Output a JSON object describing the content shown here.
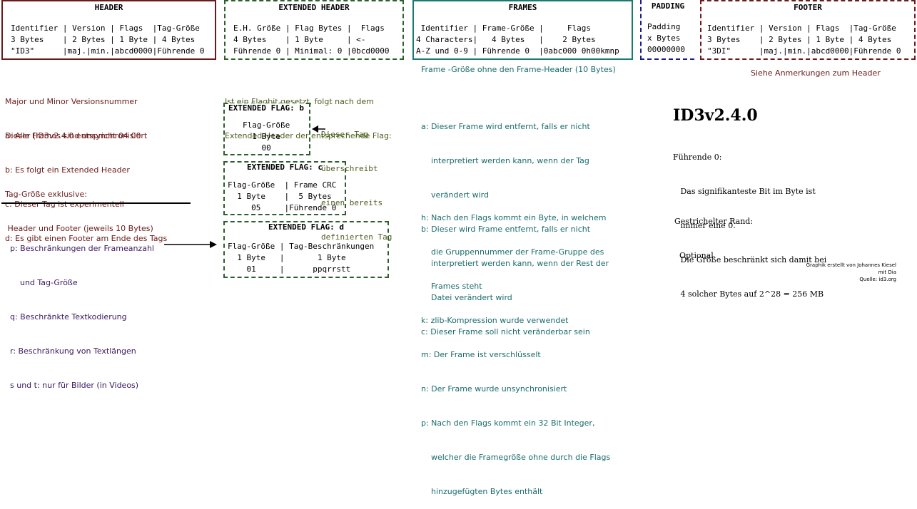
{
  "colors": {
    "header_border": "#6b1a1a",
    "extended_border": "#2e5e2e",
    "frames_border": "#1a7a6e",
    "padding_border": "#1a1a8a",
    "footer_border": "#6b1a1a",
    "red_text": "#6b1a1a",
    "green_text": "#4e5e1e",
    "teal_text": "#1a6b6b",
    "purple_text": "#3a1a5e"
  },
  "header": {
    "title": "HEADER",
    "lines": [
      "Identifier | Version | Flags  |Tag-Größe",
      "3 Bytes    | 2 Bytes | 1 Byte | 4 Bytes",
      "\"ID3\"      |maj.|min.|abcd0000|Führende 0"
    ]
  },
  "extended_header": {
    "title": "EXTENDED HEADER",
    "lines": [
      "E.H. Größe | Flag Bytes |  Flags",
      "4 Bytes    | 1 Byte     | <-",
      "Führende 0 | Minimal: 0 |0bcd0000"
    ]
  },
  "frames": {
    "title": "FRAMES",
    "lines": [
      " Identifier | Frame-Größe |     Flags",
      "4 Characters|   4 Bytes   |    2 Bytes",
      "A-Z und 0-9 | Führende 0  |0abc000 0h00kmnp"
    ]
  },
  "padding": {
    "title": "PADDING",
    "lines": [
      "Padding",
      "x Bytes",
      "00000000"
    ]
  },
  "footer": {
    "title": "FOOTER",
    "lines": [
      "Identifier | Version | Flags  |Tag-Größe",
      "3 Bytes    | 2 Bytes | 1 Byte | 4 Bytes",
      "\"3DI\"      |maj.|min.|abcd0000|Führende 0"
    ],
    "note": "Siehe Anmerkungen zum Header"
  },
  "header_notes": {
    "version": [
      "Major und Minor Versionsnummer",
      "Dieser (ID3v2.4.0 entspricht 04 00"
    ],
    "flags": [
      "a: Alle Frames sind unsynchronisiert",
      "b: Es folgt ein Extended Header",
      "c: Dieser Tag ist experimentell",
      "d: Es gibt einen Footer am Ende des Tags"
    ],
    "size": [
      "Tag-Größe exklusive:",
      " Header und Footer (jeweils 10 Bytes)"
    ]
  },
  "restrictions_notes": [
    "p: Beschränkungen der Frameanzahl",
    "    und Tag-Größe",
    "q: Beschränkte Textkodierung",
    "r: Beschränkung von Textlängen",
    "s und t: nur für Bilder (in Videos)"
  ],
  "extended_notes": {
    "intro": [
      "Ist ein Flagbit gesetzt, folgt nach dem",
      "Extended Header der entsprechende Flag:"
    ],
    "flag_b": {
      "title": "EXTENDED FLAG: b",
      "lines": [
        "Flag-Größe",
        "  1 Byte",
        "    00"
      ],
      "note": [
        "Dieser Tag",
        "überschreibt",
        "einen bereits",
        "definierten Tag"
      ]
    },
    "flag_c": {
      "title": "EXTENDED FLAG: c",
      "lines": [
        "Flag-Größe  | Frame CRC",
        "  1 Byte    |  5 Bytes",
        "     05     |Führende 0"
      ]
    },
    "flag_d": {
      "title": "EXTENDED FLAG: d",
      "lines": [
        "Flag-Größe | Tag-Beschränkungen",
        "  1 Byte   |       1 Byte",
        "    01     |      ppqrrstt"
      ]
    }
  },
  "frame_notes": {
    "size": "Frame -Größe ohne den Frame-Header (10 Bytes)",
    "status_flags": [
      "a: Dieser Frame wird entfernt, falls er nicht",
      "    interpretiert werden kann, wenn der Tag",
      "    verändert wird",
      "b: Dieser wird Frame entfernt, falls er nicht",
      "    interpretiert werden kann, wenn der Rest der",
      "    Datei verändert wird",
      "c: Dieser Frame soll nicht veränderbar sein"
    ],
    "format_flags": [
      "h: Nach den Flags kommt ein Byte, in welchem",
      "    die Gruppennummer der Frame-Gruppe des",
      "    Frames steht",
      "k: zlib-Kompression wurde verwendet",
      "m: Der Frame ist verschlüsselt",
      "n: Der Frame wurde unsynchronisiert",
      "p: Nach den Flags kommt ein 32 Bit Integer,",
      "    welcher die Framegröße ohne durch die Flags",
      "    hinzugefügten Bytes enthält"
    ]
  },
  "version_info": {
    "title": "ID3v2.4.0",
    "lines": [
      "Führende 0:",
      "   Das signifikanteste Bit im Byte ist",
      "   immer eine 0.",
      "   Die Größe beschränkt sich damit bei",
      "   4 solcher Bytes auf 2^28 = 256 MB"
    ],
    "dashed": [
      "Gestrichelter Rand:",
      "  Optional"
    ]
  },
  "credits": [
    "Graphik erstellt von Johannes Kiesel",
    "mit Dia",
    "Quelle: id3.org"
  ]
}
